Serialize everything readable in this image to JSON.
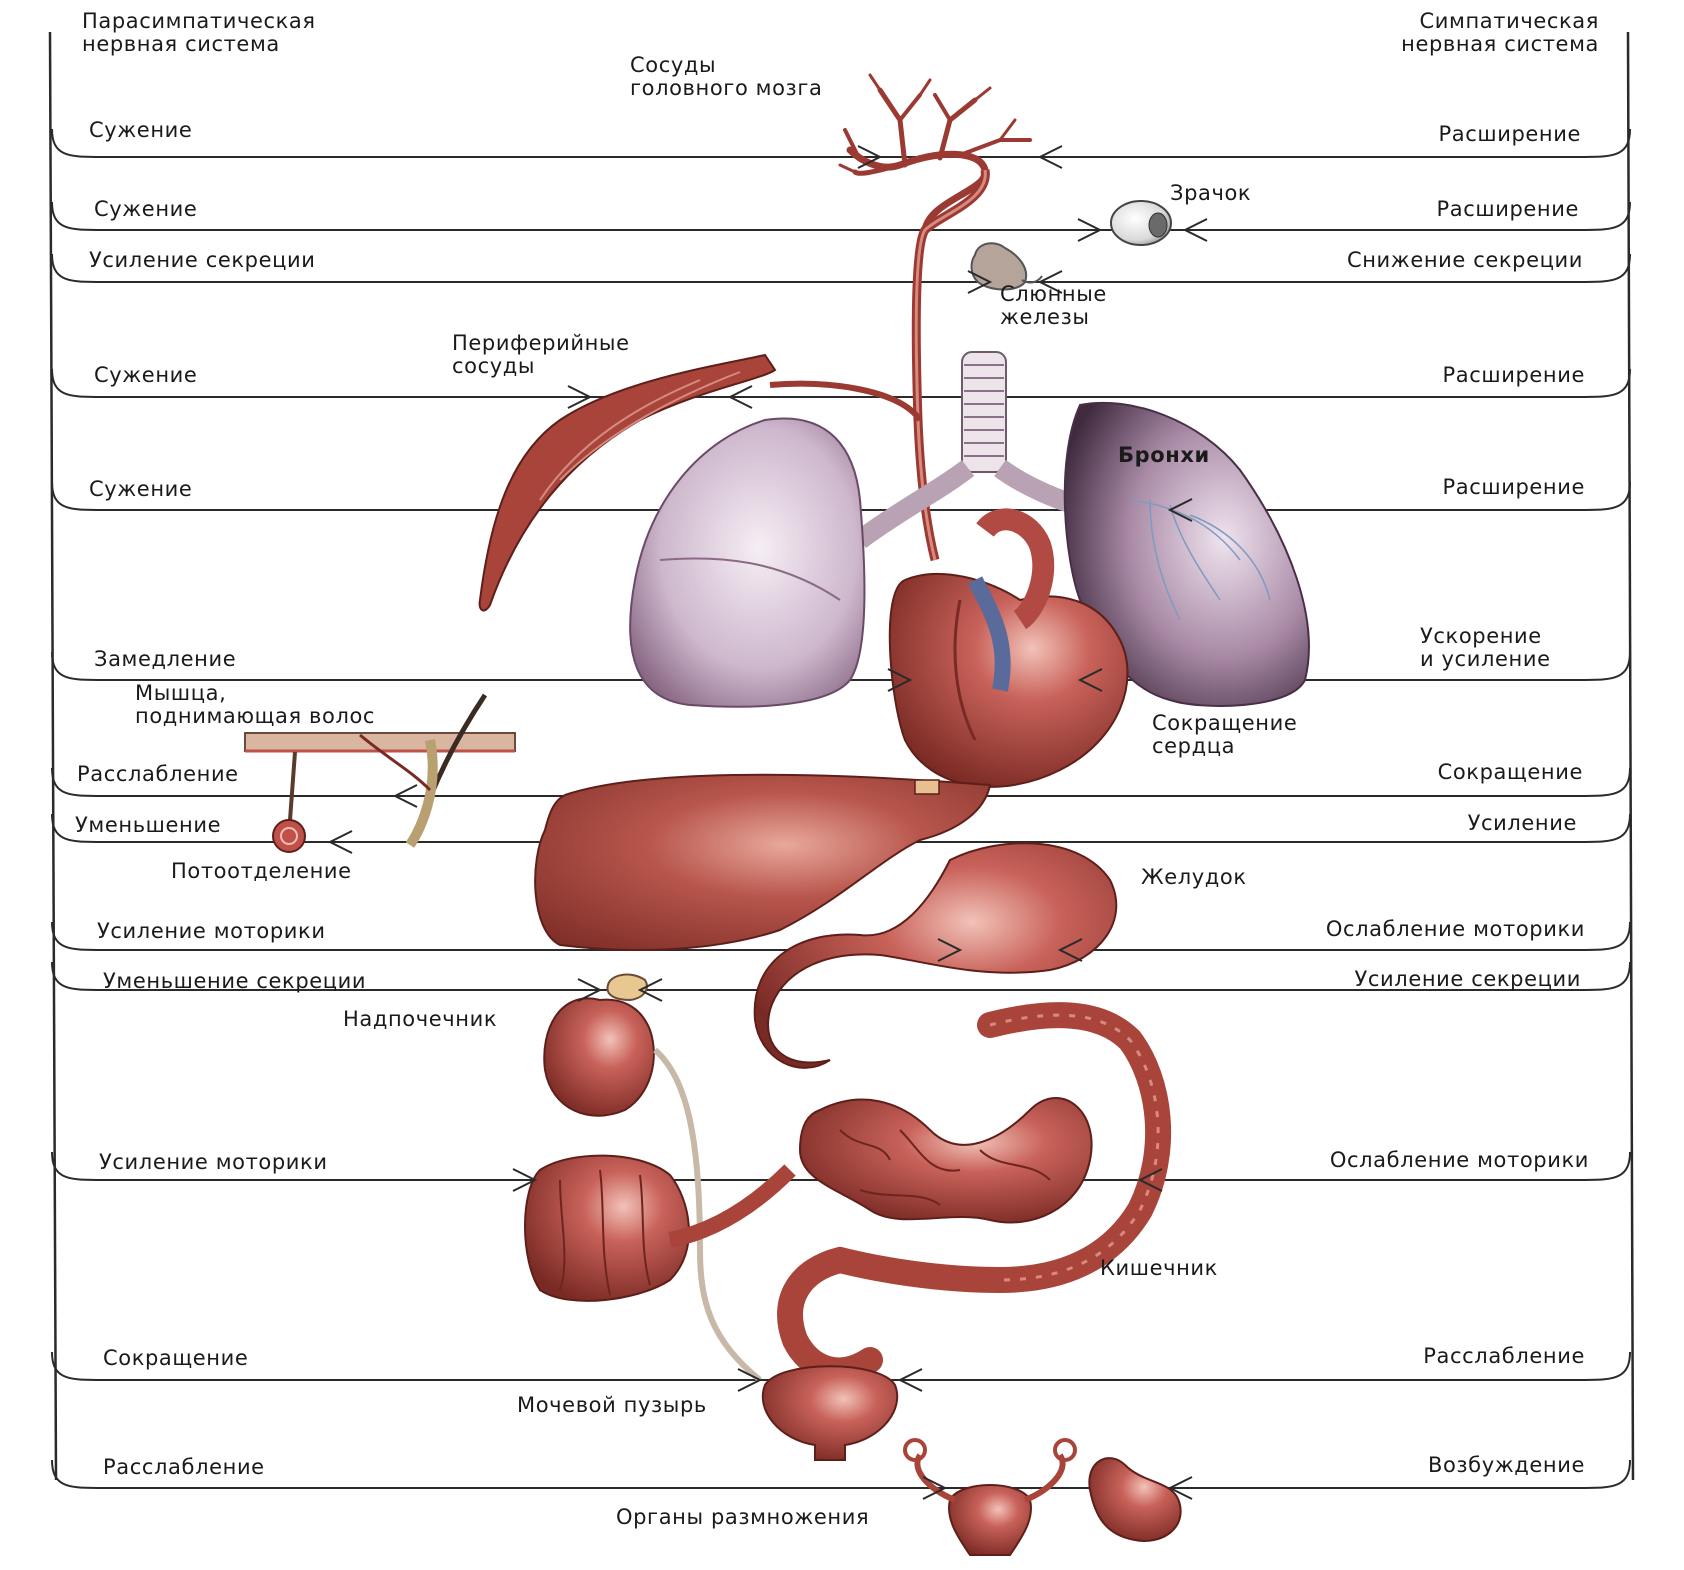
{
  "headers": {
    "parasympathetic": "Парасимпатическая\nнервная система",
    "sympathetic": "Симпатическая\nнервная система"
  },
  "rows": [
    {
      "id": "brain-vessels",
      "left": "Сужение",
      "right": "Расширение"
    },
    {
      "id": "pupil",
      "left": "Сужение",
      "right": "Расширение"
    },
    {
      "id": "salivary",
      "left": "Усиление секреции",
      "right": "Снижение секреции"
    },
    {
      "id": "peripheral",
      "left": "Сужение",
      "right": "Расширение"
    },
    {
      "id": "bronchi",
      "left": "Сужение",
      "right": "Расширение"
    },
    {
      "id": "heart",
      "left": "Замедление",
      "right": "Ускорение\nи усиление"
    },
    {
      "id": "hair-muscle",
      "left": "Расслабление",
      "right": "Сокращение"
    },
    {
      "id": "sweat",
      "left": "Уменьшение",
      "right": "Усиление"
    },
    {
      "id": "stomach",
      "left": "Усиление моторики",
      "right": "Ослабление моторики"
    },
    {
      "id": "adrenal",
      "left": "Уменьшение секреции",
      "right": "Усиление секреции"
    },
    {
      "id": "intestine",
      "left": "Усиление моторики",
      "right": "Ослабление моторики"
    },
    {
      "id": "bladder",
      "left": "Сокращение",
      "right": "Расслабление"
    },
    {
      "id": "reproductive",
      "left": "Расслабление",
      "right": "Возбуждение"
    }
  ],
  "organs": {
    "brain_vessels": "Сосуды\nголовного мозга",
    "pupil": "Зрачок",
    "salivary": "Слюнные\nжелезы",
    "peripheral": "Периферийные\nсосуды",
    "bronchi": "Бронхи",
    "hair_muscle": "Мышца,\nподнимающая волос",
    "heart": "Сокращение\nсердца",
    "sweat": "Потоотделение",
    "stomach": "Желудок",
    "adrenal": "Надпочечник",
    "intestine": "Кишечник",
    "bladder": "Мочевой пузырь",
    "reproductive": "Органы размножения"
  },
  "colors": {
    "line": "#2a2a2a",
    "organ_red": "#a8443a",
    "organ_dark": "#7a2a24",
    "organ_light": "#d98a7e",
    "lung": "#c9b6c6",
    "lung_dark": "#6e4a66",
    "vessel_blue": "#5a6a9a"
  }
}
